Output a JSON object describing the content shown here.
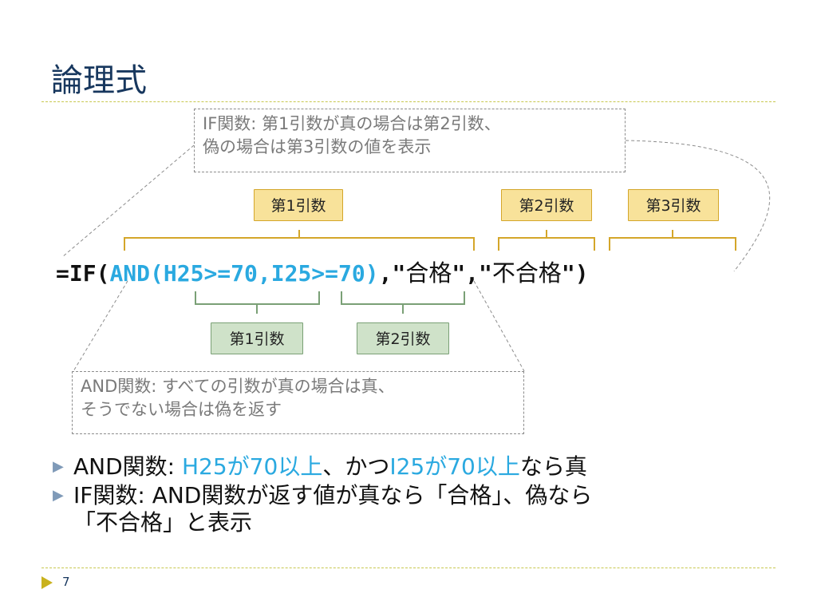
{
  "slide": {
    "title": "論理式",
    "page_number": "7"
  },
  "if_note": {
    "line1": "IF関数: 第1引数が真の場合は第2引数、",
    "line2": "偽の場合は第3引数の値を表示"
  },
  "and_note": {
    "line1": "AND関数: すべての引数が真の場合は真、",
    "line2": "そうでない場合は偽を返す"
  },
  "tags": {
    "if_arg1": "第1引数",
    "if_arg2": "第2引数",
    "if_arg3": "第3引数",
    "and_arg1": "第1引数",
    "and_arg2": "第2引数"
  },
  "formula": {
    "prefix": "=IF(",
    "and_func": "AND(H25>=70,I25>=70)",
    "sep1": ",\"",
    "value_true": "合格",
    "sep2": "\",\"",
    "value_false": "不合格",
    "suffix": "\")"
  },
  "bullets": [
    {
      "lead": "AND関数: ",
      "cond1": "H25が70以上",
      "mid": "、かつ",
      "cond2": "I25が70以上",
      "tail": "なら真"
    },
    {
      "line1": "IF関数: AND関数が返す値が真なら「合格」、偽なら",
      "line2": "「不合格」と表示"
    }
  ],
  "colors": {
    "title": "#17375e",
    "highlight": "#2aa9e0",
    "gold_tag": "#f8e29a",
    "green_tag": "#cfe2c9",
    "rule": "#c8c850"
  }
}
